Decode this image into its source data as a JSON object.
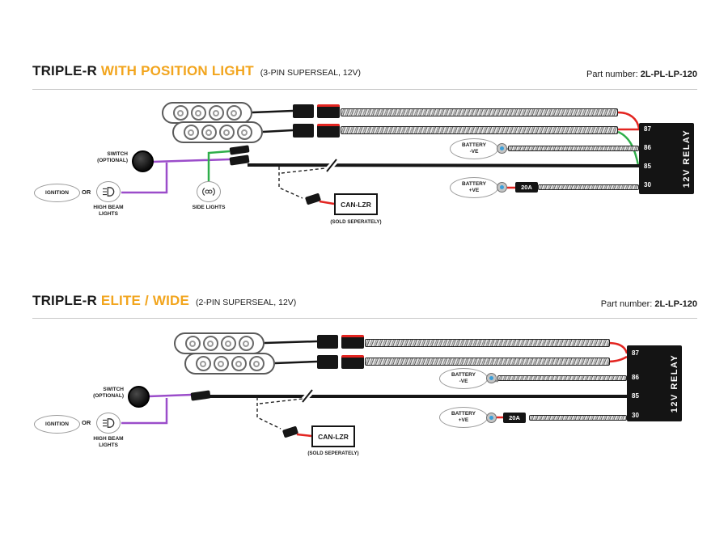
{
  "colors": {
    "accent": "#f2a51e",
    "purple": "#9b4dca",
    "green": "#2fae4a",
    "red": "#e32521",
    "blue": "#3b9fd9"
  },
  "diagrams": [
    {
      "title_prefix": "TRIPLE-R",
      "title_accent": "WITH POSITION LIGHT",
      "title_suffix": "(3-PIN SUPERSEAL, 12V)",
      "part_label": "Part number:",
      "part_number": "2L-PL-LP-120",
      "relay_label": "12V RELAY",
      "relay_pins": [
        "87",
        "86",
        "85",
        "30"
      ],
      "battery_neg": {
        "line1": "BATTERY",
        "line2": "-VE"
      },
      "battery_pos": {
        "line1": "BATTERY",
        "line2": "+VE"
      },
      "fuse_label": "20A",
      "switch_label": {
        "line1": "SWITCH",
        "line2": "(OPTIONAL)"
      },
      "ignition_label": "IGNITION",
      "or_label": "OR",
      "high_beam_label": {
        "line1": "HIGH BEAM",
        "line2": "LIGHTS"
      },
      "side_lights_label": "SIDE LIGHTS",
      "canlzr_label": "CAN-LZR",
      "canlzr_note": "(SOLD SEPERATELY)"
    },
    {
      "title_prefix": "TRIPLE-R",
      "title_accent": "ELITE / WIDE",
      "title_suffix": "(2-PIN SUPERSEAL, 12V)",
      "part_label": "Part number:",
      "part_number": "2L-LP-120",
      "relay_label": "12V RELAY",
      "relay_pins": [
        "87",
        "86",
        "85",
        "30"
      ],
      "battery_neg": {
        "line1": "BATTERY",
        "line2": "-VE"
      },
      "battery_pos": {
        "line1": "BATTERY",
        "line2": "+VE"
      },
      "fuse_label": "20A",
      "switch_label": {
        "line1": "SWITCH",
        "line2": "(OPTIONAL)"
      },
      "ignition_label": "IGNITION",
      "or_label": "OR",
      "high_beam_label": {
        "line1": "HIGH BEAM",
        "line2": "LIGHTS"
      },
      "canlzr_label": "CAN-LZR",
      "canlzr_note": "(SOLD SEPERATELY)"
    }
  ]
}
